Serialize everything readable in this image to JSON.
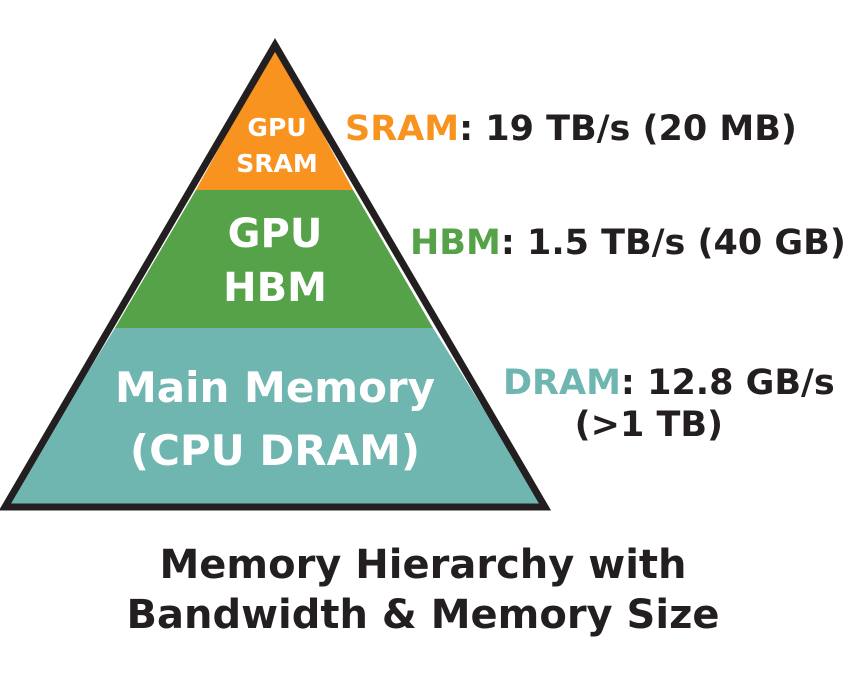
{
  "pyramid": {
    "tiers": [
      {
        "id": "sram",
        "line1": "GPU",
        "line2": "SRAM",
        "color": "#f7931e"
      },
      {
        "id": "hbm",
        "line1": "GPU",
        "line2": "HBM",
        "color": "#55a249"
      },
      {
        "id": "dram",
        "line1": "Main Memory",
        "line2": "(CPU DRAM)",
        "color": "#6fb5b0"
      }
    ],
    "outline_color": "#231f20"
  },
  "annotations": {
    "sram": {
      "key": "SRAM",
      "rest": ": 19 TB/s (20 MB)",
      "color": "#f7931e"
    },
    "hbm": {
      "key": "HBM",
      "rest": ": 1.5 TB/s (40 GB)",
      "color": "#55a249"
    },
    "dram": {
      "key": "DRAM",
      "rest": ": 12.8 GB/s",
      "rest2": "(>1 TB)",
      "color": "#6fb5b0"
    }
  },
  "caption": {
    "line1": "Memory Hierarchy with",
    "line2": "Bandwidth & Memory Size"
  }
}
